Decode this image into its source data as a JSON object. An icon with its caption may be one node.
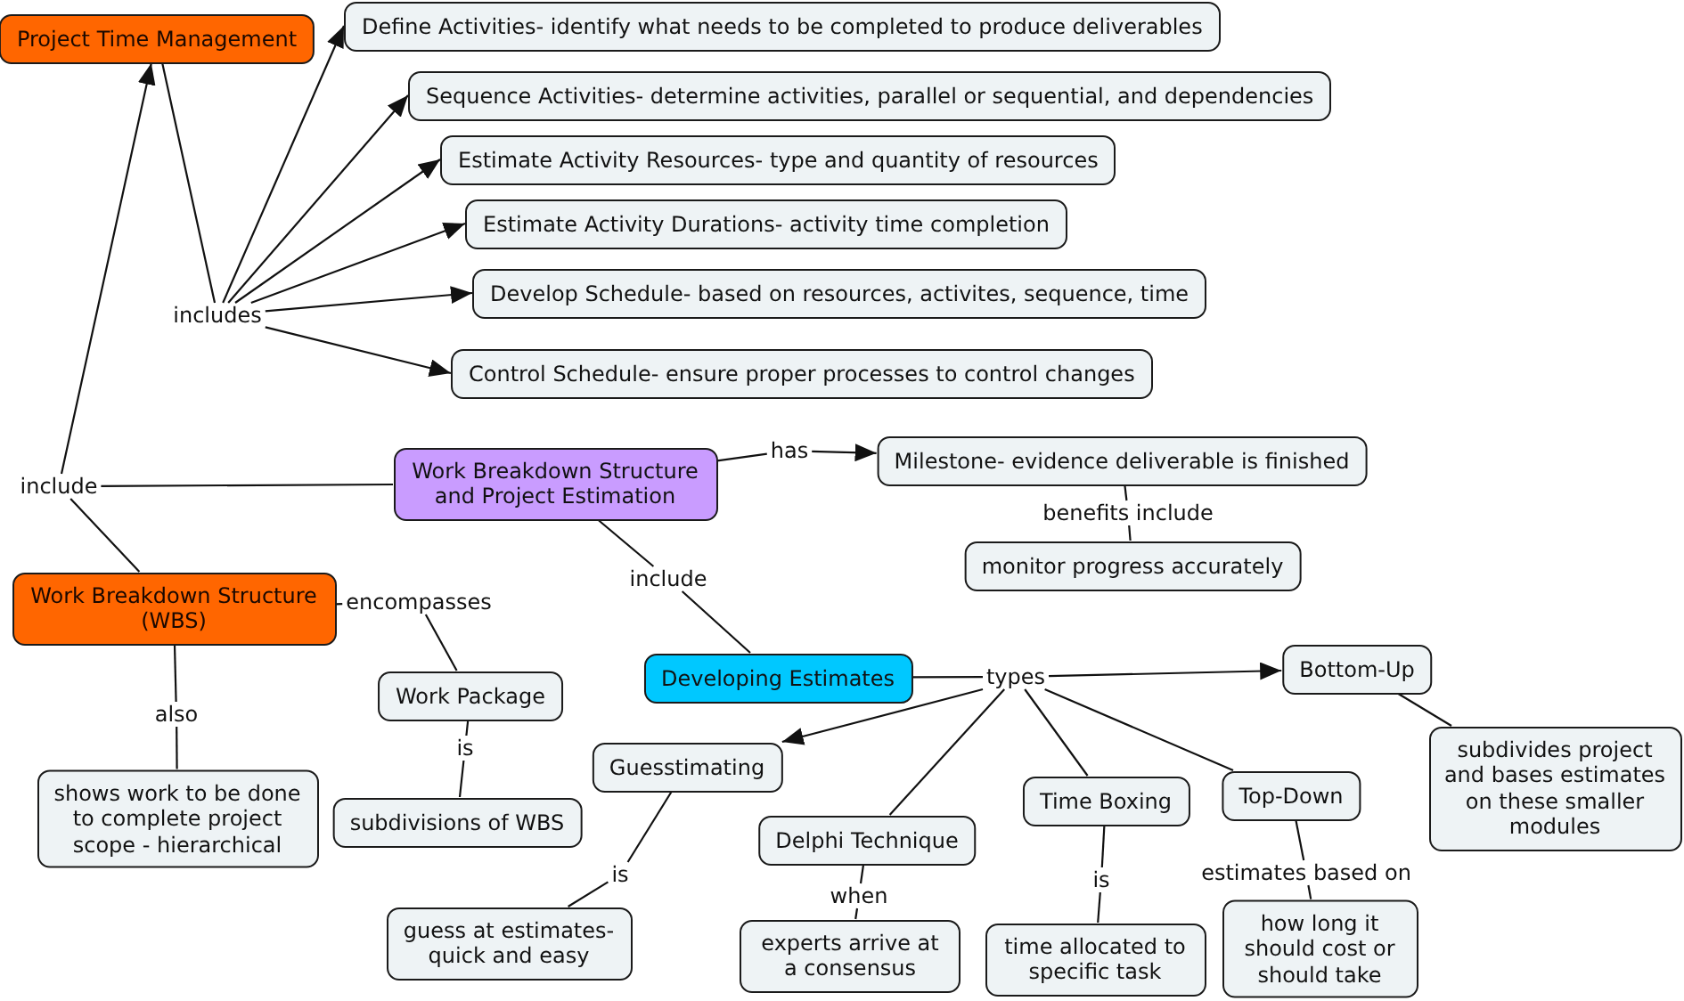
{
  "diagram": {
    "nodes": [
      {
        "text": [
          "Project Time Management"
        ]
      },
      {
        "text": [
          "Define Activities- identify what needs to be completed to produce deliverables"
        ]
      },
      {
        "text": [
          "Sequence Activities- determine activities, parallel or sequential, and dependencies"
        ]
      },
      {
        "text": [
          "Estimate Activity Resources- type and quantity of resources"
        ]
      },
      {
        "text": [
          "Estimate Activity Durations- activity time completion"
        ]
      },
      {
        "text": [
          "includes"
        ]
      },
      {
        "text": [
          "Develop Schedule- based on resources, activites, sequence, time"
        ]
      },
      {
        "text": [
          "Control Schedule- ensure proper processes to control changes"
        ]
      },
      {
        "text": [
          "Work Breakdown Structure and Project Estimation"
        ]
      },
      {
        "text": [
          "has"
        ]
      },
      {
        "text": [
          "Milestone- evidence deliverable is finished"
        ]
      },
      {
        "text": [
          "include"
        ]
      },
      {
        "text": [
          "benefits include"
        ]
      },
      {
        "text": [
          "monitor progress accurately"
        ]
      },
      {
        "text": [
          "Work Breakdown Structure (WBS)"
        ]
      },
      {
        "text": [
          "include"
        ]
      },
      {
        "text": [
          "encompasses"
        ]
      },
      {
        "text": [
          "Bottom-Up"
        ]
      },
      {
        "text": [
          "Developing Estimates"
        ]
      },
      {
        "text": [
          "types"
        ]
      },
      {
        "text": [
          "Work Package"
        ]
      },
      {
        "text": [
          "also"
        ]
      },
      {
        "text": [
          "subdivides project and bases estimates on these smaller modules"
        ]
      },
      {
        "text": [
          "is"
        ]
      },
      {
        "text": [
          "Guesstimating"
        ]
      },
      {
        "text": [
          "shows work to be done to complete project scope - hierarchical"
        ]
      },
      {
        "text": [
          "Time Boxing"
        ]
      },
      {
        "text": [
          "Top-Down"
        ]
      },
      {
        "text": [
          "subdivisions of WBS"
        ]
      },
      {
        "text": [
          "Delphi Technique"
        ]
      },
      {
        "text": [
          "is"
        ]
      },
      {
        "text": [
          "estimates based on"
        ]
      },
      {
        "text": [
          "is"
        ]
      },
      {
        "text": [
          "when"
        ]
      },
      {
        "text": [
          "guess at estimates- quick and easy"
        ]
      },
      {
        "text": [
          "time allocated to specific task"
        ]
      },
      {
        "text": [
          "experts arrive at a consensus"
        ]
      },
      {
        "text": [
          "how long it should cost or should take"
        ]
      }
    ],
    "edges": [
      {
        "from": 0,
        "to": 5,
        "arrow": "none"
      },
      {
        "from": 5,
        "to": 1,
        "arrow": "to"
      },
      {
        "from": 5,
        "to": 2,
        "arrow": "to"
      },
      {
        "from": 5,
        "to": 3,
        "arrow": "to"
      },
      {
        "from": 5,
        "to": 4,
        "arrow": "to"
      },
      {
        "from": 5,
        "to": 6,
        "arrow": "to"
      },
      {
        "from": 5,
        "to": 7,
        "arrow": "to"
      },
      {
        "from": 11,
        "to": 0,
        "arrow": "to"
      },
      {
        "from": 8,
        "to": 11,
        "arrow": "none"
      },
      {
        "from": 14,
        "to": 11,
        "arrow": "none"
      },
      {
        "from": 8,
        "to": 9,
        "arrow": "none"
      },
      {
        "from": 9,
        "to": 10,
        "arrow": "to"
      },
      {
        "from": 10,
        "to": 12,
        "arrow": "none"
      },
      {
        "from": 12,
        "to": 13,
        "arrow": "none"
      },
      {
        "from": 8,
        "to": 15,
        "arrow": "none"
      },
      {
        "from": 15,
        "to": 18,
        "arrow": "none"
      },
      {
        "from": 14,
        "to": 16,
        "arrow": "none"
      },
      {
        "from": 16,
        "to": 20,
        "arrow": "none"
      },
      {
        "from": 14,
        "to": 21,
        "arrow": "none"
      },
      {
        "from": 21,
        "to": 25,
        "arrow": "none"
      },
      {
        "from": 20,
        "to": 23,
        "arrow": "none"
      },
      {
        "from": 23,
        "to": 28,
        "arrow": "none"
      },
      {
        "from": 18,
        "to": 19,
        "arrow": "none"
      },
      {
        "from": 19,
        "to": 17,
        "arrow": "to"
      },
      {
        "from": 19,
        "to": 24,
        "arrow": "to"
      },
      {
        "from": 19,
        "to": 29,
        "arrow": "none"
      },
      {
        "from": 19,
        "to": 26,
        "arrow": "none"
      },
      {
        "from": 19,
        "to": 27,
        "arrow": "none"
      },
      {
        "from": 17,
        "to": 22,
        "arrow": "none"
      },
      {
        "from": 24,
        "to": 30,
        "arrow": "none"
      },
      {
        "from": 30,
        "to": 34,
        "arrow": "none"
      },
      {
        "from": 29,
        "to": 33,
        "arrow": "none"
      },
      {
        "from": 33,
        "to": 36,
        "arrow": "none"
      },
      {
        "from": 26,
        "to": 32,
        "arrow": "none"
      },
      {
        "from": 32,
        "to": 35,
        "arrow": "none"
      },
      {
        "from": 27,
        "to": 31,
        "arrow": "none"
      },
      {
        "from": 31,
        "to": 37,
        "arrow": "none"
      }
    ]
  }
}
